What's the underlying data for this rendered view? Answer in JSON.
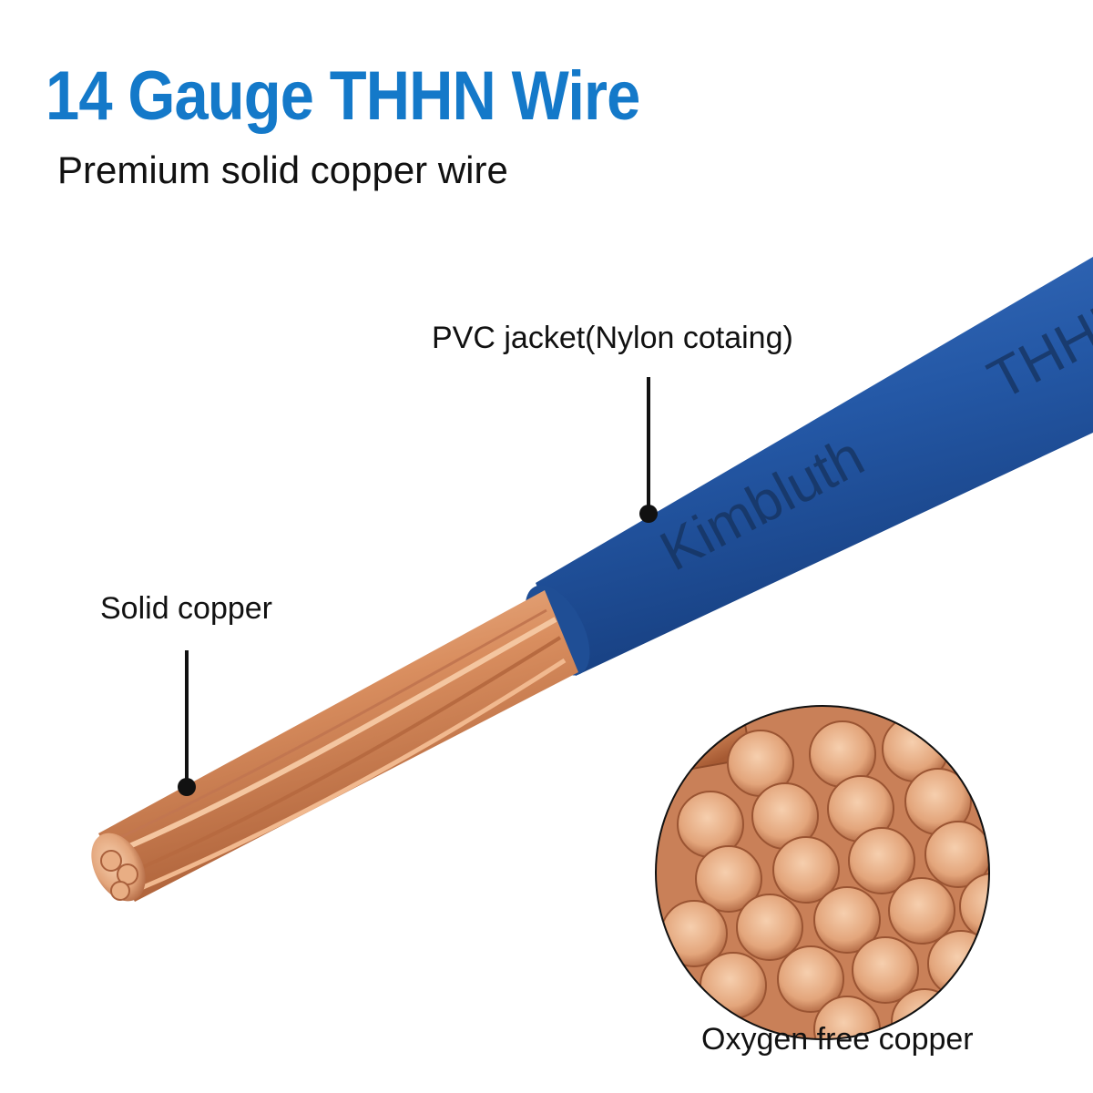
{
  "header": {
    "title": "14 Gauge THHN Wire",
    "subtitle": "Premium solid copper wire"
  },
  "callouts": {
    "jacket": "PVC jacket(Nylon cotaing)",
    "solid": "Solid copper",
    "oxygen": "Oxygen free copper"
  },
  "wire": {
    "brand_print": "Kimbluth",
    "type_print": "THHN"
  },
  "colors": {
    "title_blue": "#1479c9",
    "jacket_blue": "#2458a6",
    "copper": "#d98e5f"
  }
}
